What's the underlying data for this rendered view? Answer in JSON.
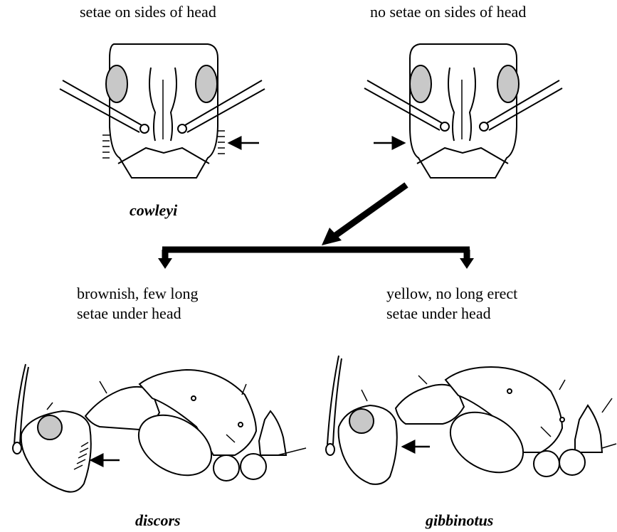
{
  "top": {
    "left_caption": "setae on sides of head",
    "right_caption": "no setae on sides of head",
    "left_species": "cowleyi"
  },
  "middle": {
    "left_caption_line1": "brownish, few long",
    "left_caption_line2": "setae under head",
    "right_caption_line1": "yellow, no long erect",
    "right_caption_line2": "setae under  head"
  },
  "bottom": {
    "left_species": "discors",
    "right_species": "gibbinotus"
  },
  "icons": [
    "ant-head-front-icon",
    "ant-head-front-icon",
    "ant-profile-icon",
    "ant-profile-icon",
    "arrow-icon"
  ],
  "colors": {
    "eye_fill": "#c8c8c8",
    "line": "#000000",
    "background": "#ffffff"
  }
}
